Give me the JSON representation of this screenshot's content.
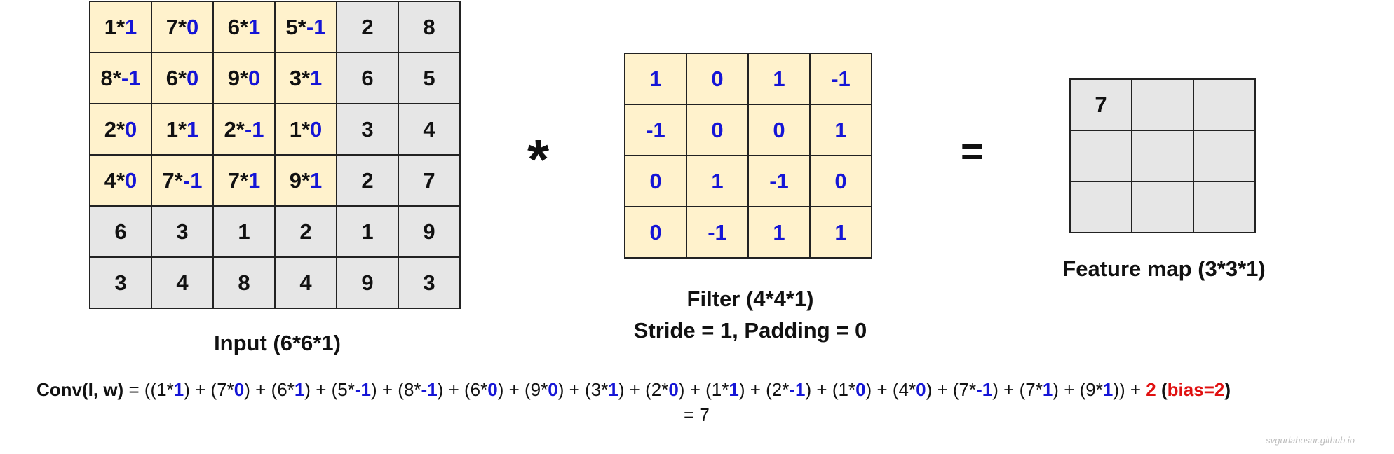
{
  "input": {
    "caption": "Input (6*6*1)",
    "rows": [
      [
        {
          "a": "1",
          "w": "1",
          "hl": true
        },
        {
          "a": "7",
          "w": "0",
          "hl": true
        },
        {
          "a": "6",
          "w": "1",
          "hl": true
        },
        {
          "a": "5",
          "w": "-1",
          "hl": true
        },
        {
          "a": "2",
          "hl": false
        },
        {
          "a": "8",
          "hl": false
        }
      ],
      [
        {
          "a": "8",
          "w": "-1",
          "hl": true
        },
        {
          "a": "6",
          "w": "0",
          "hl": true
        },
        {
          "a": "9",
          "w": "0",
          "hl": true
        },
        {
          "a": "3",
          "w": "1",
          "hl": true
        },
        {
          "a": "6",
          "hl": false
        },
        {
          "a": "5",
          "hl": false
        }
      ],
      [
        {
          "a": "2",
          "w": "0",
          "hl": true
        },
        {
          "a": "1",
          "w": "1",
          "hl": true
        },
        {
          "a": "2",
          "w": "-1",
          "hl": true
        },
        {
          "a": "1",
          "w": "0",
          "hl": true
        },
        {
          "a": "3",
          "hl": false
        },
        {
          "a": "4",
          "hl": false
        }
      ],
      [
        {
          "a": "4",
          "w": "0",
          "hl": true
        },
        {
          "a": "7",
          "w": "-1",
          "hl": true
        },
        {
          "a": "7",
          "w": "1",
          "hl": true
        },
        {
          "a": "9",
          "w": "1",
          "hl": true
        },
        {
          "a": "2",
          "hl": false
        },
        {
          "a": "7",
          "hl": false
        }
      ],
      [
        {
          "a": "6",
          "hl": false
        },
        {
          "a": "3",
          "hl": false
        },
        {
          "a": "1",
          "hl": false
        },
        {
          "a": "2",
          "hl": false
        },
        {
          "a": "1",
          "hl": false
        },
        {
          "a": "9",
          "hl": false
        }
      ],
      [
        {
          "a": "3",
          "hl": false
        },
        {
          "a": "4",
          "hl": false
        },
        {
          "a": "8",
          "hl": false
        },
        {
          "a": "4",
          "hl": false
        },
        {
          "a": "9",
          "hl": false
        },
        {
          "a": "3",
          "hl": false
        }
      ]
    ]
  },
  "operator_conv": "*",
  "filter": {
    "caption_line1": "Filter (4*4*1)",
    "caption_line2": "Stride = 1, Padding = 0",
    "rows": [
      [
        "1",
        "0",
        "1",
        "-1"
      ],
      [
        "-1",
        "0",
        "0",
        "1"
      ],
      [
        "0",
        "1",
        "-1",
        "0"
      ],
      [
        "0",
        "-1",
        "1",
        "1"
      ]
    ]
  },
  "operator_equals": "=",
  "feature_map": {
    "caption": "Feature map (3*3*1)",
    "rows": [
      [
        "7",
        "",
        ""
      ],
      [
        "",
        "",
        ""
      ],
      [
        "",
        "",
        ""
      ]
    ]
  },
  "equation": {
    "lhs": "Conv(I, w)",
    "equals": "=",
    "terms": [
      [
        "1",
        "1"
      ],
      [
        "7",
        "0"
      ],
      [
        "6",
        "1"
      ],
      [
        "5",
        "-1"
      ],
      [
        "8",
        "-1"
      ],
      [
        "6",
        "0"
      ],
      [
        "9",
        "0"
      ],
      [
        "3",
        "1"
      ],
      [
        "2",
        "0"
      ],
      [
        "1",
        "1"
      ],
      [
        "2",
        "-1"
      ],
      [
        "1",
        "0"
      ],
      [
        "4",
        "0"
      ],
      [
        "7",
        "-1"
      ],
      [
        "7",
        "1"
      ],
      [
        "9",
        "1"
      ]
    ],
    "bias_value": "2",
    "bias_label": "bias=2",
    "result_line": "= 7"
  },
  "colors": {
    "highlight": "#fff2cc",
    "gray_cell": "#e6e6e6",
    "weight_blue": "#1515d6",
    "bias_red": "#e01010"
  },
  "watermark": "svgurlahosur.github.io"
}
